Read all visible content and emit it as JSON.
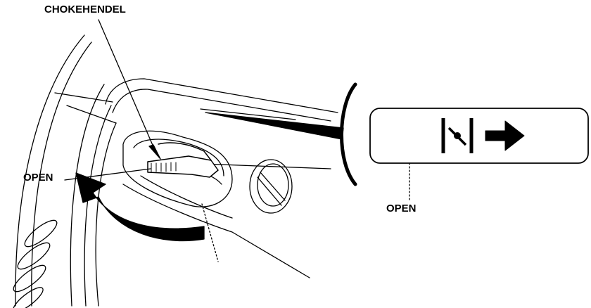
{
  "labels": {
    "choke_lever": "CHOKEHENDEL",
    "open_left": "OPEN",
    "open_right": "OPEN"
  },
  "icons": {
    "choke_symbol": "choke-open-symbol-icon",
    "direction_arrow": "arrow-right-icon"
  },
  "colors": {
    "line": "#000000",
    "background": "#ffffff"
  }
}
